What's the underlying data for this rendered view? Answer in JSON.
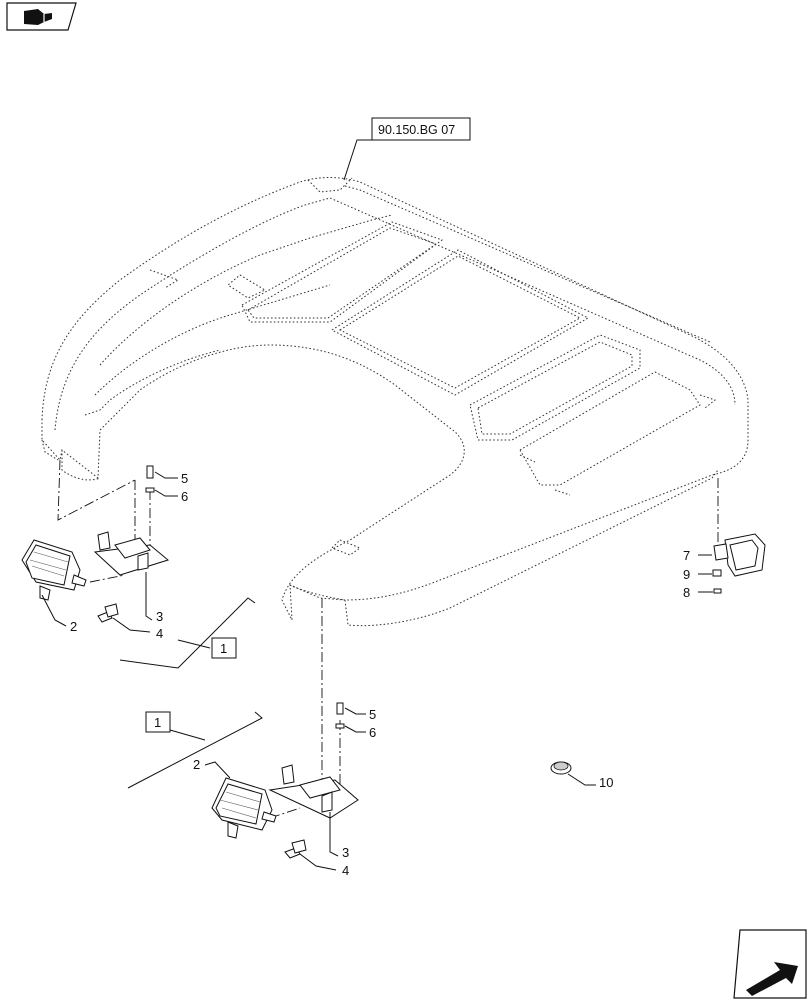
{
  "diagram": {
    "reference_label": "90.150.BG 07",
    "callouts": {
      "upper_left": {
        "n5": "5",
        "n6": "6",
        "n2": "2",
        "n3": "3",
        "n4": "4",
        "box1": "1"
      },
      "lower_center": {
        "n5": "5",
        "n6": "6",
        "n2": "2",
        "n3": "3",
        "n4": "4",
        "box1": "1"
      },
      "right": {
        "n7": "7",
        "n9": "9",
        "n8": "8"
      },
      "grommet": {
        "n10": "10"
      }
    }
  },
  "icons": {
    "top_left": "book-open-icon",
    "bottom_right": "next-page-arrow-icon"
  }
}
